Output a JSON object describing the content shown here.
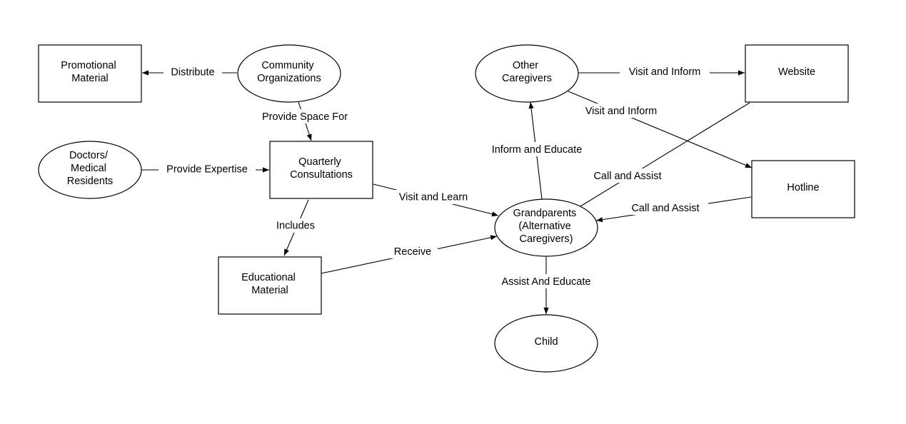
{
  "nodes": {
    "promotional_material": {
      "lines": [
        "Promotional",
        "Material"
      ]
    },
    "community_organizations": {
      "lines": [
        "Community",
        "Organizations"
      ]
    },
    "doctors_medical_residents": {
      "lines": [
        "Doctors/",
        "Medical",
        "Residents"
      ]
    },
    "quarterly_consultations": {
      "lines": [
        "Quarterly",
        "Consultations"
      ]
    },
    "educational_material": {
      "lines": [
        "Educational",
        "Material"
      ]
    },
    "other_caregivers": {
      "lines": [
        "Other",
        "Caregivers"
      ]
    },
    "website": {
      "lines": [
        "Website"
      ]
    },
    "hotline": {
      "lines": [
        "Hotline"
      ]
    },
    "grandparents": {
      "lines": [
        "Grandparents",
        "(Alternative",
        "Caregivers)"
      ]
    },
    "child": {
      "lines": [
        "Child"
      ]
    }
  },
  "edges": {
    "distribute": "Distribute",
    "provide_space_for": "Provide Space For",
    "provide_expertise": "Provide Expertise",
    "includes": "Includes",
    "visit_and_learn": "Visit and Learn",
    "receive": "Receive",
    "inform_and_educate": "Inform and Educate",
    "visit_and_inform_top": "Visit and Inform",
    "visit_and_inform_cross": "Visit and Inform",
    "call_and_assist_website": "Call and Assist",
    "call_and_assist_hotline": "Call and Assist",
    "assist_and_educate": "Assist And Educate"
  }
}
